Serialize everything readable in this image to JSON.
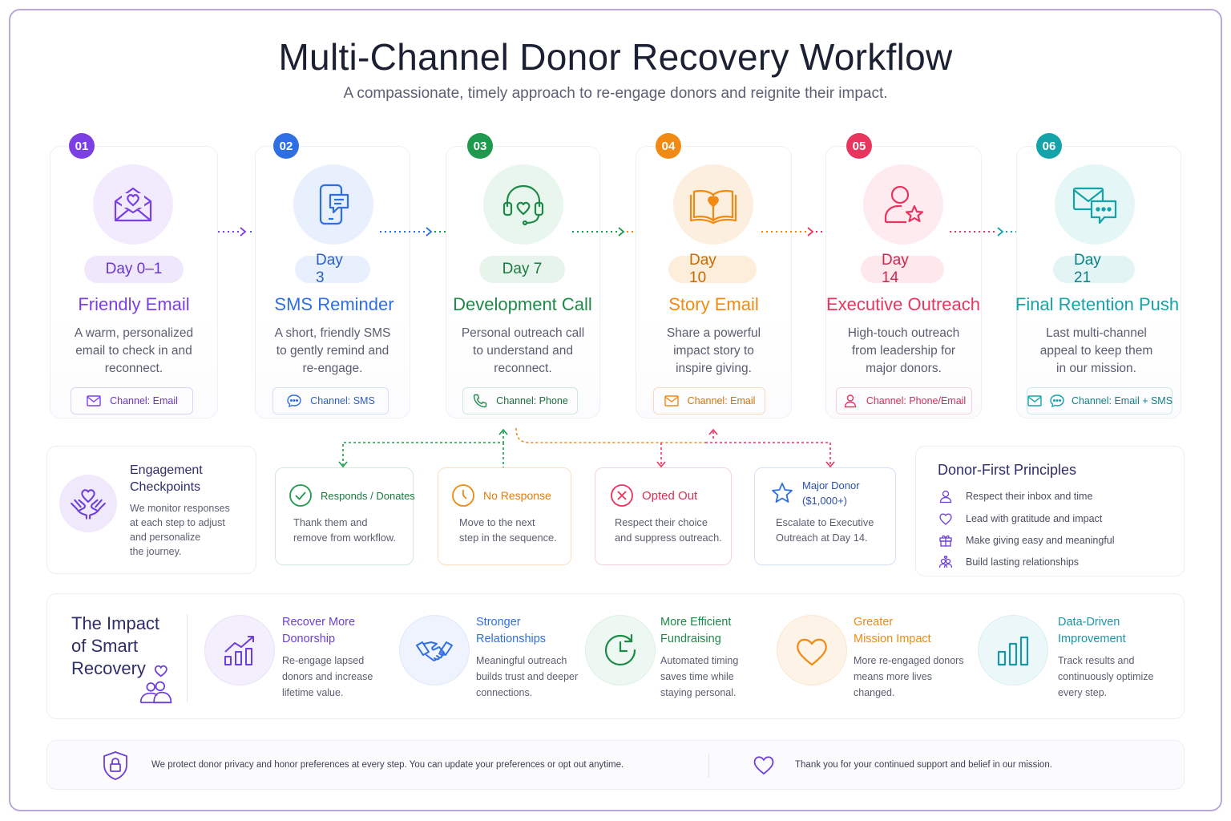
{
  "header": {
    "title": "Multi-Channel Donor Recovery Workflow",
    "subtitle": "A compassionate, timely approach to re-engage donors and reignite their impact."
  },
  "steps": [
    {
      "num": "01",
      "day": "Day 0–1",
      "title": "Friendly Email",
      "desc1": "A warm, personalized",
      "desc2": "email to check in and",
      "desc3": "reconnect.",
      "channel": "Channel: Email",
      "color": "#7b3fe4",
      "icon": "envelope-heart-icon"
    },
    {
      "num": "02",
      "day": "Day 3",
      "title": "SMS Reminder",
      "desc1": "A short, friendly SMS",
      "desc2": "to gently remind and",
      "desc3": "re-engage.",
      "channel": "Channel: SMS",
      "color": "#2f6fe4",
      "icon": "phone-message-icon"
    },
    {
      "num": "03",
      "day": "Day 7",
      "title": "Development Call",
      "desc1": "Personal outreach call",
      "desc2": "to understand and",
      "desc3": "reconnect.",
      "channel": "Channel: Phone",
      "color": "#1e9a4f",
      "icon": "headset-heart-icon"
    },
    {
      "num": "04",
      "day": "Day 10",
      "title": "Story Email",
      "desc1": "Share a powerful",
      "desc2": "impact story to",
      "desc3": "inspire giving.",
      "channel": "Channel: Email",
      "color": "#f08a12",
      "icon": "book-heart-icon"
    },
    {
      "num": "05",
      "day": "Day 14",
      "title": "Executive Outreach",
      "desc1": "High-touch outreach",
      "desc2": "from leadership for",
      "desc3": "major donors.",
      "channel": "Channel: Phone/Email",
      "color": "#e8355f",
      "icon": "person-star-icon"
    },
    {
      "num": "06",
      "day": "Day 21",
      "title": "Final Retention Push",
      "desc1": "Last multi-channel",
      "desc2": "appeal to keep them",
      "desc3": "in our mission.",
      "channel": "Channel: Email + SMS",
      "color": "#14a3a8",
      "icon": "envelope-chat-icon"
    }
  ],
  "engagement": {
    "title1": "Engagement",
    "title2": "Checkpoints",
    "desc1": "We monitor responses",
    "desc2": "at each step to adjust",
    "desc3": "and personalize",
    "desc4": "the journey."
  },
  "responses": [
    {
      "title": "Responds / Donates",
      "desc1": "Thank them and",
      "desc2": "remove from workflow.",
      "color": "#1e9a4f"
    },
    {
      "title": "No Response",
      "desc1": "Move to the next",
      "desc2": "step in the sequence.",
      "color": "#f08a12"
    },
    {
      "title": "Opted Out",
      "desc1": "Respect their choice",
      "desc2": "and suppress outreach.",
      "color": "#e8355f"
    },
    {
      "title1": "Major Donor",
      "title2": "($1,000+)",
      "desc1": "Escalate to Executive",
      "desc2": "Outreach at Day 14.",
      "color": "#2f6fe4"
    }
  ],
  "principles": {
    "title": "Donor-First Principles",
    "items": [
      "Respect their inbox and time",
      "Lead with gratitude and impact",
      "Make giving easy and meaningful",
      "Build lasting relationships"
    ]
  },
  "impact": {
    "title1": "The Impact",
    "title2": "of Smart",
    "title3": "Recovery",
    "items": [
      {
        "h1": "Recover More",
        "h2": "Donorship",
        "d1": "Re-engage lapsed",
        "d2": "donors and increase",
        "d3": "lifetime value.",
        "color": "#6c3fd8"
      },
      {
        "h1": "Stronger",
        "h2": "Relationships",
        "d1": "Meaningful outreach",
        "d2": "builds trust and deeper",
        "d3": "connections.",
        "color": "#2f6fe4"
      },
      {
        "h1": "More Efficient",
        "h2": "Fundraising",
        "d1": "Automated timing",
        "d2": "saves time while",
        "d3": "staying personal.",
        "color": "#1e8a48"
      },
      {
        "h1": "Greater",
        "h2": "Mission Impact",
        "d1": "More re-engaged donors",
        "d2": "means more lives",
        "d3": "changed.",
        "color": "#f08a12"
      },
      {
        "h1": "Data-Driven",
        "h2": "Improvement",
        "d1": "Track results and",
        "d2": "continuously optimize",
        "d3": "every step.",
        "color": "#1797a8"
      }
    ]
  },
  "footer": {
    "privacy": "We protect donor privacy and honor preferences at every step.  You can update your preferences or opt out anytime.",
    "thanks": "Thank you for your continued support and belief in our mission."
  }
}
